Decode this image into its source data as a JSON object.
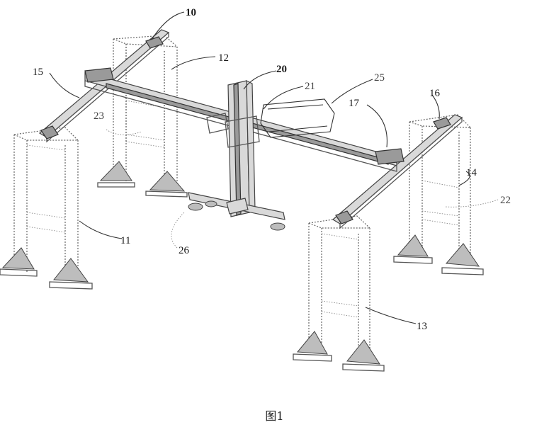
{
  "figure": {
    "caption": "图1",
    "labels": {
      "l10": "10",
      "l11": "11",
      "l12": "12",
      "l13": "13",
      "l14": "14",
      "l15": "15",
      "l16": "16",
      "l17": "17",
      "l20": "20",
      "l21": "21",
      "l22": "22",
      "l23": "23",
      "l25": "25",
      "l26": "26"
    }
  }
}
